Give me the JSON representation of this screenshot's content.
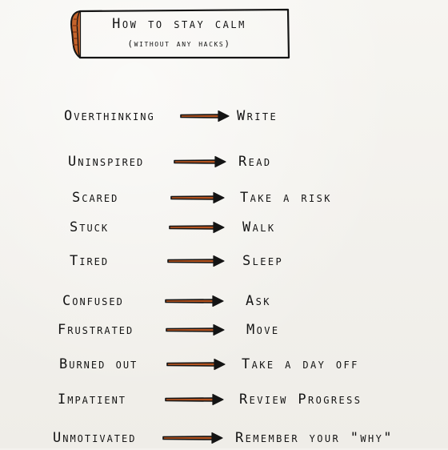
{
  "sign": {
    "title": "How to stay calm",
    "subtitle": "(without any hacks)"
  },
  "colors": {
    "ink": "#141414",
    "arrow_fill": "#b4531f",
    "roll_fill": "#c4632b"
  },
  "pairs": [
    {
      "feeling": "Overthinking",
      "action": "Write"
    },
    {
      "feeling": "Uninspired",
      "action": "Read"
    },
    {
      "feeling": "Scared",
      "action": "Take a risk"
    },
    {
      "feeling": "Stuck",
      "action": "Walk"
    },
    {
      "feeling": "Tired",
      "action": "Sleep"
    },
    {
      "feeling": "Confused",
      "action": "Ask"
    },
    {
      "feeling": "Frustrated",
      "action": "Move"
    },
    {
      "feeling": "Burned out",
      "action": "Take a day off"
    },
    {
      "feeling": "Impatient",
      "action": "Review Progress"
    },
    {
      "feeling": "Unmotivated",
      "action": "Remember your \"why\""
    }
  ]
}
